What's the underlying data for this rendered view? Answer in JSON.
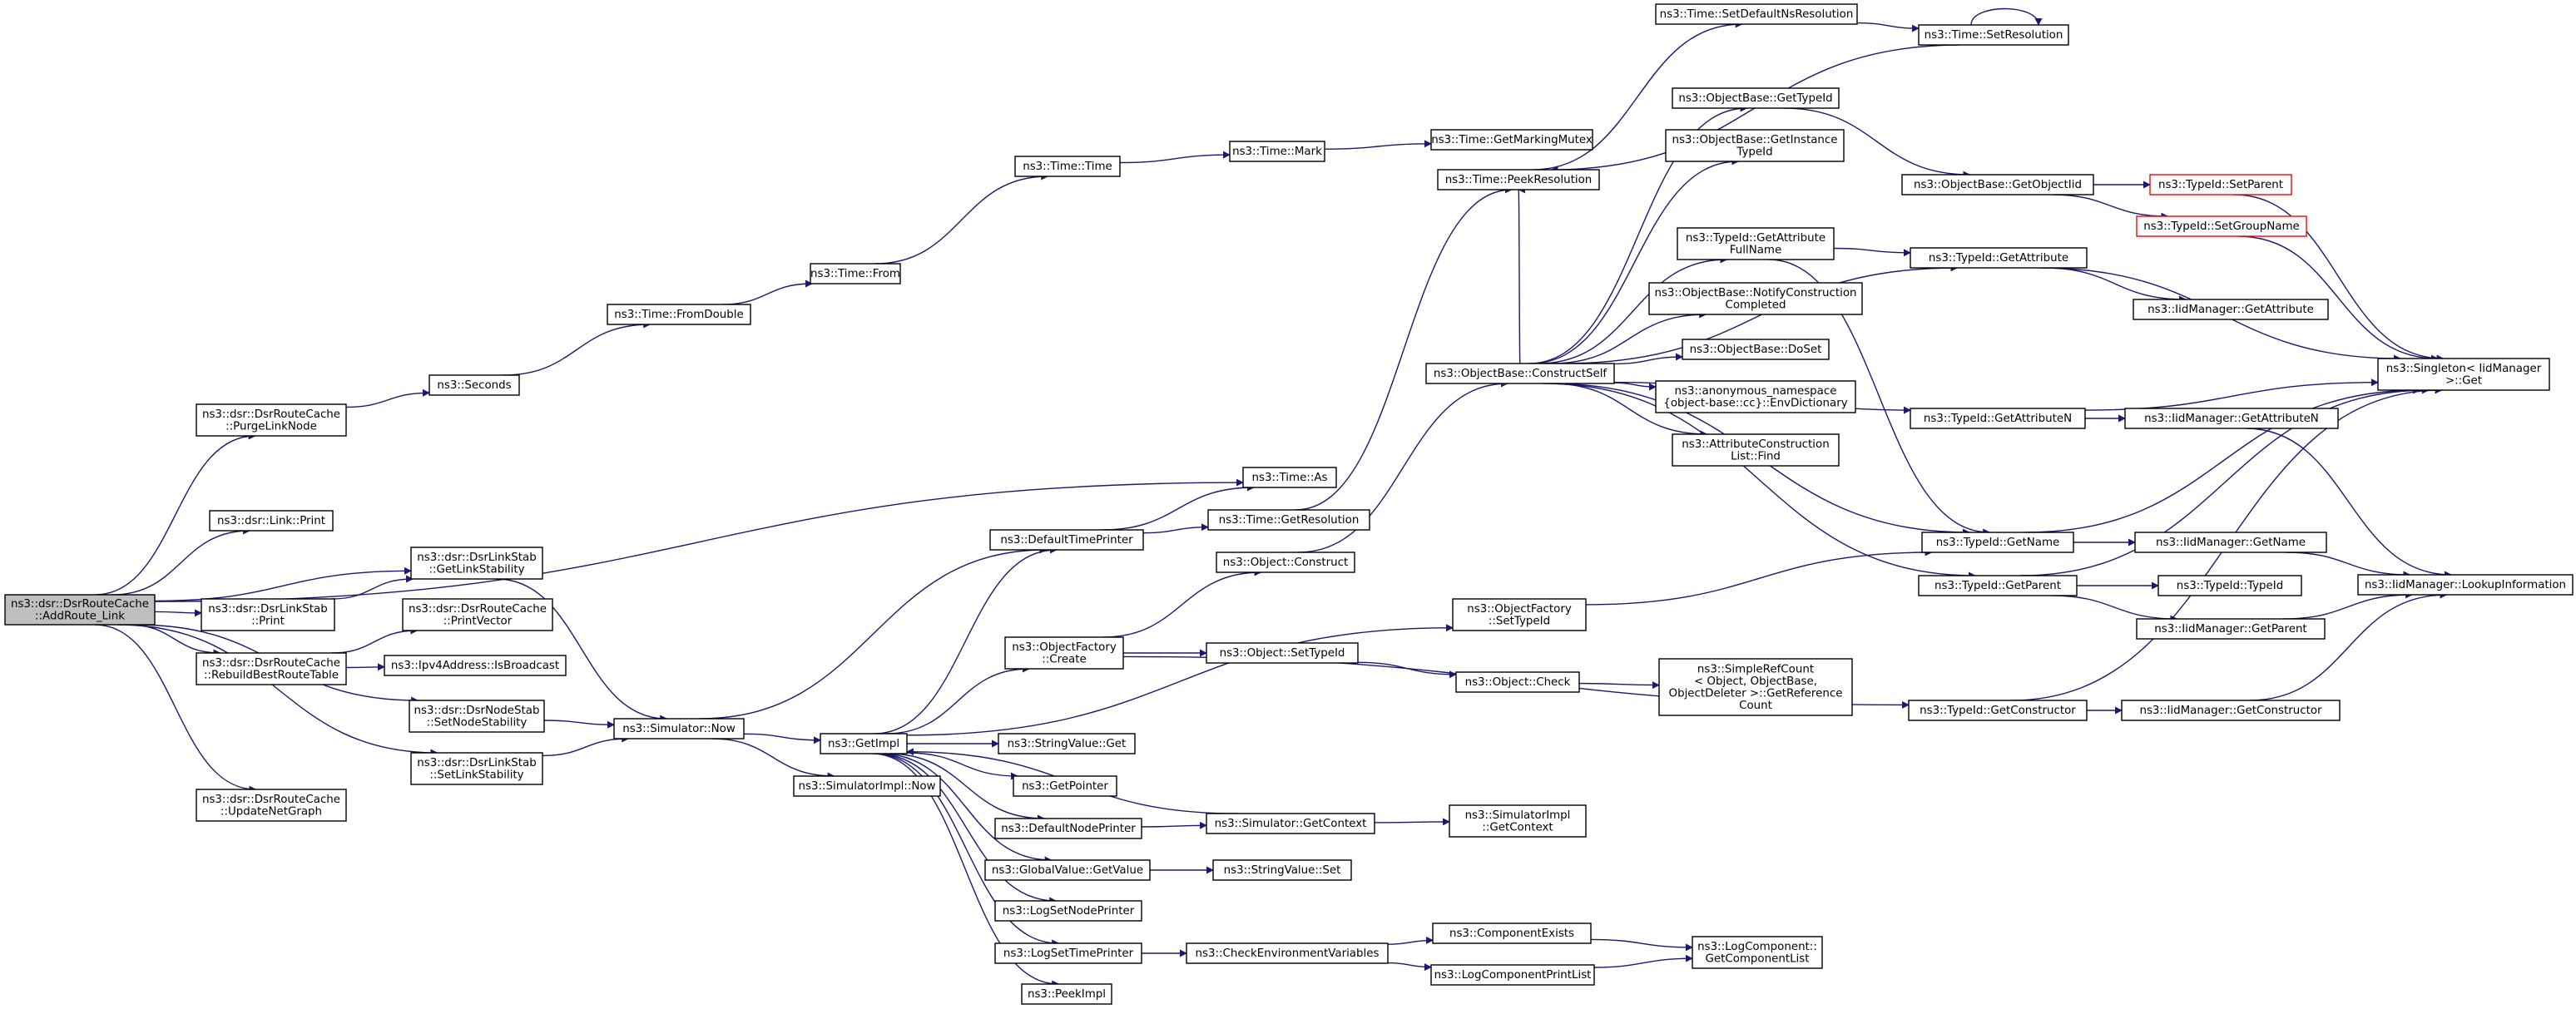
{
  "graph": {
    "title": "",
    "colors": {
      "edge": "#191970",
      "root_fill": "#bfbfbf",
      "truncated_border": "#ff0000",
      "border": "#000000"
    },
    "nodes": [
      {
        "id": "root",
        "lines": [
          "ns3::dsr::DsrRouteCache",
          "::AddRoute_Link"
        ],
        "root": true
      },
      {
        "id": "purge",
        "lines": [
          "ns3::dsr::DsrRouteCache",
          "::PurgeLinkNode"
        ]
      },
      {
        "id": "linkprint",
        "lines": [
          "ns3::dsr::Link::Print"
        ]
      },
      {
        "id": "dsrlinkstabprint",
        "lines": [
          "ns3::dsr::DsrLinkStab",
          "::Print"
        ]
      },
      {
        "id": "rebuild",
        "lines": [
          "ns3::dsr::DsrRouteCache",
          "::RebuildBestRouteTable"
        ]
      },
      {
        "id": "updatenet",
        "lines": [
          "ns3::dsr::DsrRouteCache",
          "::UpdateNetGraph"
        ]
      },
      {
        "id": "getlinkstab",
        "lines": [
          "ns3::dsr::DsrLinkStab",
          "::GetLinkStability"
        ]
      },
      {
        "id": "printvector",
        "lines": [
          "ns3::dsr::DsrRouteCache",
          "::PrintVector"
        ]
      },
      {
        "id": "isbroadcast",
        "lines": [
          "ns3::Ipv4Address::IsBroadcast"
        ]
      },
      {
        "id": "setnodestab",
        "lines": [
          "ns3::dsr::DsrNodeStab",
          "::SetNodeStability"
        ]
      },
      {
        "id": "setlinkstab",
        "lines": [
          "ns3::dsr::DsrLinkStab",
          "::SetLinkStability"
        ]
      },
      {
        "id": "seconds",
        "lines": [
          "ns3::Seconds"
        ]
      },
      {
        "id": "fromdouble",
        "lines": [
          "ns3::Time::FromDouble"
        ]
      },
      {
        "id": "from",
        "lines": [
          "ns3::Time::From"
        ]
      },
      {
        "id": "time",
        "lines": [
          "ns3::Time::Time"
        ]
      },
      {
        "id": "mark",
        "lines": [
          "ns3::Time::Mark"
        ]
      },
      {
        "id": "getmarkingmutex",
        "lines": [
          "ns3::Time::GetMarkingMutex"
        ]
      },
      {
        "id": "timeas",
        "lines": [
          "ns3::Time::As"
        ]
      },
      {
        "id": "simnow",
        "lines": [
          "ns3::Simulator::Now"
        ]
      },
      {
        "id": "defaulttimeprinter",
        "lines": [
          "ns3::DefaultTimePrinter"
        ]
      },
      {
        "id": "getresolution",
        "lines": [
          "ns3::Time::GetResolution"
        ]
      },
      {
        "id": "peekres",
        "lines": [
          "ns3::Time::PeekResolution"
        ]
      },
      {
        "id": "setdefaultns",
        "lines": [
          "ns3::Time::SetDefaultNsResolution"
        ]
      },
      {
        "id": "setres",
        "lines": [
          "ns3::Time::SetResolution"
        ]
      },
      {
        "id": "getimpl",
        "lines": [
          "ns3::GetImpl"
        ]
      },
      {
        "id": "simimplnow",
        "lines": [
          "ns3::SimulatorImpl::Now"
        ]
      },
      {
        "id": "objconstruct",
        "lines": [
          "ns3::Object::Construct"
        ]
      },
      {
        "id": "objfactorycreate",
        "lines": [
          "ns3::ObjectFactory",
          "::Create"
        ]
      },
      {
        "id": "stringvalueget",
        "lines": [
          "ns3::StringValue::Get"
        ]
      },
      {
        "id": "getpointer",
        "lines": [
          "ns3::GetPointer"
        ]
      },
      {
        "id": "defaultnodeprinter",
        "lines": [
          "ns3::DefaultNodePrinter"
        ]
      },
      {
        "id": "globalvalueget",
        "lines": [
          "ns3::GlobalValue::GetValue"
        ]
      },
      {
        "id": "logsetnodeprinter",
        "lines": [
          "ns3::LogSetNodePrinter"
        ]
      },
      {
        "id": "logsettimeprinter",
        "lines": [
          "ns3::LogSetTimePrinter"
        ]
      },
      {
        "id": "peekimpl",
        "lines": [
          "ns3::PeekImpl"
        ]
      },
      {
        "id": "simgetcontext",
        "lines": [
          "ns3::Simulator::GetContext"
        ]
      },
      {
        "id": "stringvalueset",
        "lines": [
          "ns3::StringValue::Set"
        ]
      },
      {
        "id": "checkenv",
        "lines": [
          "ns3::CheckEnvironmentVariables"
        ]
      },
      {
        "id": "objsettypeid",
        "lines": [
          "ns3::Object::SetTypeId"
        ]
      },
      {
        "id": "objbaseconstructself",
        "lines": [
          "ns3::ObjectBase::ConstructSelf"
        ]
      },
      {
        "id": "objfactorysettypeid",
        "lines": [
          "ns3::ObjectFactory",
          "::SetTypeId"
        ]
      },
      {
        "id": "objcheck",
        "lines": [
          "ns3::Object::Check"
        ]
      },
      {
        "id": "simimplgetcontext",
        "lines": [
          "ns3::SimulatorImpl",
          "::GetContext"
        ]
      },
      {
        "id": "componentexists",
        "lines": [
          "ns3::ComponentExists"
        ]
      },
      {
        "id": "logcomponentprintlist",
        "lines": [
          "ns3::LogComponentPrintList"
        ]
      },
      {
        "id": "objbasegettypeid",
        "lines": [
          "ns3::ObjectBase::GetTypeId"
        ]
      },
      {
        "id": "objbasegetinstance",
        "lines": [
          "ns3::ObjectBase::GetInstance",
          "TypeId"
        ]
      },
      {
        "id": "typeidgetattrfullname",
        "lines": [
          "ns3::TypeId::GetAttribute",
          "FullName"
        ]
      },
      {
        "id": "objbasenotify",
        "lines": [
          "ns3::ObjectBase::NotifyConstruction",
          "Completed"
        ]
      },
      {
        "id": "objbasedoset",
        "lines": [
          "ns3::ObjectBase::DoSet"
        ]
      },
      {
        "id": "anonenvdict",
        "lines": [
          "ns3::anonymous_namespace",
          "{object-base::cc}::EnvDictionary"
        ]
      },
      {
        "id": "attrconstrfind",
        "lines": [
          "ns3::AttributeConstruction",
          "List::Find"
        ]
      },
      {
        "id": "simplerefcount",
        "lines": [
          "ns3::SimpleRefCount",
          "< Object, ObjectBase,",
          "ObjectDeleter >::GetReference",
          "Count"
        ]
      },
      {
        "id": "logcomponentgetlist",
        "lines": [
          "ns3::LogComponent::",
          "GetComponentList"
        ]
      },
      {
        "id": "objbasegetobjectiid",
        "lines": [
          "ns3::ObjectBase::GetObjectIid"
        ]
      },
      {
        "id": "typeidgetattr",
        "lines": [
          "ns3::TypeId::GetAttribute"
        ]
      },
      {
        "id": "typeidgetattrn",
        "lines": [
          "ns3::TypeId::GetAttributeN"
        ]
      },
      {
        "id": "typeidgetname",
        "lines": [
          "ns3::TypeId::GetName"
        ]
      },
      {
        "id": "typeidgetparent",
        "lines": [
          "ns3::TypeId::GetParent"
        ]
      },
      {
        "id": "typeidgetconstructor",
        "lines": [
          "ns3::TypeId::GetConstructor"
        ]
      },
      {
        "id": "typeidsetparent",
        "lines": [
          "ns3::TypeId::SetParent"
        ],
        "truncated": true
      },
      {
        "id": "typeidsetgroupname",
        "lines": [
          "ns3::TypeId::SetGroupName"
        ],
        "truncated": true
      },
      {
        "id": "iidgetattr",
        "lines": [
          "ns3::IidManager::GetAttribute"
        ]
      },
      {
        "id": "iidgetattrn",
        "lines": [
          "ns3::IidManager::GetAttributeN"
        ]
      },
      {
        "id": "iidgetname",
        "lines": [
          "ns3::IidManager::GetName"
        ]
      },
      {
        "id": "typeidtypeid",
        "lines": [
          "ns3::TypeId::TypeId"
        ]
      },
      {
        "id": "iidgetparent",
        "lines": [
          "ns3::IidManager::GetParent"
        ]
      },
      {
        "id": "iidgetconstructor",
        "lines": [
          "ns3::IidManager::GetConstructor"
        ]
      },
      {
        "id": "singletonget",
        "lines": [
          "ns3::Singleton< IidManager",
          ">::Get"
        ]
      },
      {
        "id": "iidlookup",
        "lines": [
          "ns3::IidManager::LookupInformation"
        ]
      }
    ],
    "edges": [
      [
        "root",
        "purge"
      ],
      [
        "root",
        "linkprint"
      ],
      [
        "root",
        "dsrlinkstabprint"
      ],
      [
        "root",
        "rebuild"
      ],
      [
        "root",
        "updatenet"
      ],
      [
        "root",
        "getlinkstab"
      ],
      [
        "root",
        "setnodestab"
      ],
      [
        "root",
        "setlinkstab"
      ],
      [
        "root",
        "timeas"
      ],
      [
        "purge",
        "seconds"
      ],
      [
        "seconds",
        "fromdouble"
      ],
      [
        "fromdouble",
        "from"
      ],
      [
        "from",
        "time"
      ],
      [
        "time",
        "mark"
      ],
      [
        "mark",
        "getmarkingmutex"
      ],
      [
        "dsrlinkstabprint",
        "getlinkstab"
      ],
      [
        "getlinkstab",
        "simnow"
      ],
      [
        "rebuild",
        "printvector"
      ],
      [
        "rebuild",
        "isbroadcast"
      ],
      [
        "setnodestab",
        "simnow"
      ],
      [
        "setlinkstab",
        "simnow"
      ],
      [
        "simnow",
        "defaulttimeprinter"
      ],
      [
        "simnow",
        "getimpl"
      ],
      [
        "simnow",
        "simimplnow"
      ],
      [
        "defaulttimeprinter",
        "timeas"
      ],
      [
        "defaulttimeprinter",
        "getresolution"
      ],
      [
        "getresolution",
        "peekres"
      ],
      [
        "peekres",
        "setdefaultns"
      ],
      [
        "setdefaultns",
        "setres"
      ],
      [
        "setres",
        "setres"
      ],
      [
        "setres",
        "peekres"
      ],
      [
        "getimpl",
        "defaulttimeprinter"
      ],
      [
        "getimpl",
        "objfactorysettypeid"
      ],
      [
        "getimpl",
        "stringvalueget"
      ],
      [
        "getimpl",
        "getpointer"
      ],
      [
        "getimpl",
        "defaultnodeprinter"
      ],
      [
        "getimpl",
        "globalvalueget"
      ],
      [
        "getimpl",
        "logsetnodeprinter"
      ],
      [
        "getimpl",
        "logsettimeprinter"
      ],
      [
        "getimpl",
        "peekimpl"
      ],
      [
        "getimpl",
        "objfactorycreate"
      ],
      [
        "objfactorycreate",
        "objconstruct"
      ],
      [
        "objfactorycreate",
        "objsettypeid"
      ],
      [
        "objfactorycreate",
        "typeidgetconstructor"
      ],
      [
        "objconstruct",
        "objbaseconstructself"
      ],
      [
        "objsettypeid",
        "objcheck"
      ],
      [
        "objcheck",
        "simplerefcount"
      ],
      [
        "defaultnodeprinter",
        "simgetcontext"
      ],
      [
        "simgetcontext",
        "getimpl"
      ],
      [
        "simgetcontext",
        "simimplgetcontext"
      ],
      [
        "globalvalueget",
        "stringvalueset"
      ],
      [
        "logsettimeprinter",
        "checkenv"
      ],
      [
        "checkenv",
        "componentexists"
      ],
      [
        "checkenv",
        "logcomponentprintlist"
      ],
      [
        "componentexists",
        "logcomponentgetlist"
      ],
      [
        "logcomponentprintlist",
        "logcomponentgetlist"
      ],
      [
        "objfactorysettypeid",
        "typeidgetname"
      ],
      [
        "objbaseconstructself",
        "peekres"
      ],
      [
        "objbaseconstructself",
        "objbasegettypeid"
      ],
      [
        "objbaseconstructself",
        "objbasegetinstance"
      ],
      [
        "objbaseconstructself",
        "typeidgetattrfullname"
      ],
      [
        "objbaseconstructself",
        "objbasenotify"
      ],
      [
        "objbaseconstructself",
        "objbasedoset"
      ],
      [
        "objbaseconstructself",
        "anonenvdict"
      ],
      [
        "objbaseconstructself",
        "attrconstrfind"
      ],
      [
        "objbaseconstructself",
        "typeidgetattr"
      ],
      [
        "objbaseconstructself",
        "typeidgetattrn"
      ],
      [
        "objbaseconstructself",
        "typeidgetname"
      ],
      [
        "objbaseconstructself",
        "typeidgetparent"
      ],
      [
        "objbasegettypeid",
        "objbasegetobjectiid"
      ],
      [
        "objbasegetobjectiid",
        "typeidsetparent"
      ],
      [
        "objbasegetobjectiid",
        "typeidsetgroupname"
      ],
      [
        "typeidgetattrfullname",
        "typeidgetattr"
      ],
      [
        "typeidgetattrfullname",
        "typeidgetname"
      ],
      [
        "typeidgetattr",
        "iidgetattr"
      ],
      [
        "typeidgetattr",
        "singletonget"
      ],
      [
        "typeidgetattrn",
        "iidgetattrn"
      ],
      [
        "typeidgetattrn",
        "singletonget"
      ],
      [
        "iidgetattrn",
        "iidlookup"
      ],
      [
        "typeidgetname",
        "iidgetname"
      ],
      [
        "typeidgetname",
        "singletonget"
      ],
      [
        "iidgetname",
        "iidlookup"
      ],
      [
        "typeidgetparent",
        "typeidtypeid"
      ],
      [
        "typeidgetparent",
        "iidgetparent"
      ],
      [
        "typeidgetparent",
        "singletonget"
      ],
      [
        "iidgetparent",
        "iidlookup"
      ],
      [
        "typeidgetconstructor",
        "iidgetconstructor"
      ],
      [
        "typeidgetconstructor",
        "singletonget"
      ],
      [
        "iidgetconstructor",
        "iidlookup"
      ],
      [
        "typeidsetparent",
        "singletonget"
      ],
      [
        "typeidsetgroupname",
        "singletonget"
      ]
    ]
  }
}
